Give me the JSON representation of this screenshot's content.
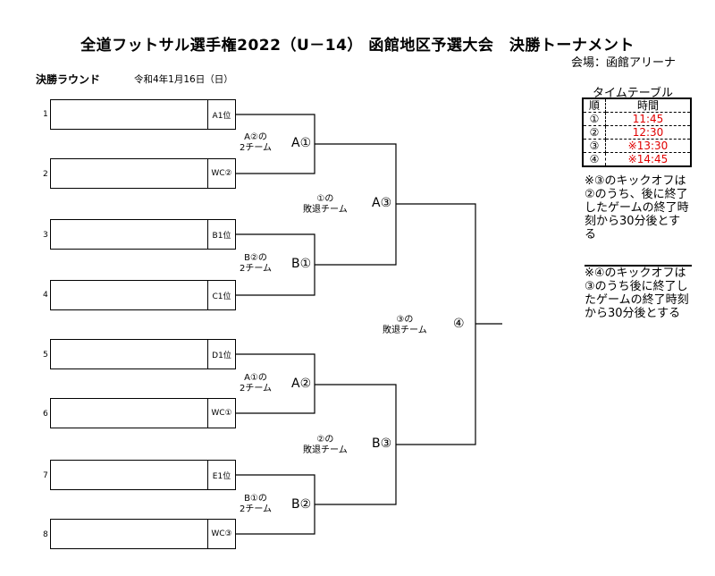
{
  "header": {
    "title": "全道フットサル選手権2022（U－14） 函館地区予選大会　決勝トーナメント",
    "venue": "会場：函館アリーナ",
    "round": "決勝ラウンド",
    "date": "令和4年1月16日（日）"
  },
  "bracket": {
    "slots": [
      {
        "num": "1",
        "seed": "A1位"
      },
      {
        "num": "2",
        "seed": "WC②"
      },
      {
        "num": "3",
        "seed": "B1位"
      },
      {
        "num": "4",
        "seed": "C1位"
      },
      {
        "num": "5",
        "seed": "D1位"
      },
      {
        "num": "6",
        "seed": "WC①"
      },
      {
        "num": "7",
        "seed": "E1位"
      },
      {
        "num": "8",
        "seed": "WC③"
      }
    ],
    "r1": [
      {
        "label": "A①",
        "sub1": "A②の",
        "sub2": "2チーム"
      },
      {
        "label": "B①",
        "sub1": "B②の",
        "sub2": "2チーム"
      },
      {
        "label": "A②",
        "sub1": "A①の",
        "sub2": "2チーム"
      },
      {
        "label": "B②",
        "sub1": "B①の",
        "sub2": "2チーム"
      }
    ],
    "r2": [
      {
        "label": "A③",
        "sub1": "①の",
        "sub2": "敗退チーム"
      },
      {
        "label": "B③",
        "sub1": "②の",
        "sub2": "敗退チーム"
      }
    ],
    "final": {
      "label": "④",
      "sub1": "③の",
      "sub2": "敗退チーム"
    }
  },
  "timetable": {
    "title": "タイムテーブル",
    "col_order": "順",
    "col_time": "時間",
    "rows": [
      {
        "order": "①",
        "time": "11:45"
      },
      {
        "order": "②",
        "time": "12:30"
      },
      {
        "order": "③",
        "time": "※13:30"
      },
      {
        "order": "④",
        "time": "※14:45"
      }
    ],
    "note1": "※③のキックオフは②のうち、後に終了したゲームの終了時刻から30分後とする",
    "note2": "※④のキックオフは③のうち後に終了したゲームの終了時刻から30分後とする",
    "time_color": "#e00000"
  }
}
